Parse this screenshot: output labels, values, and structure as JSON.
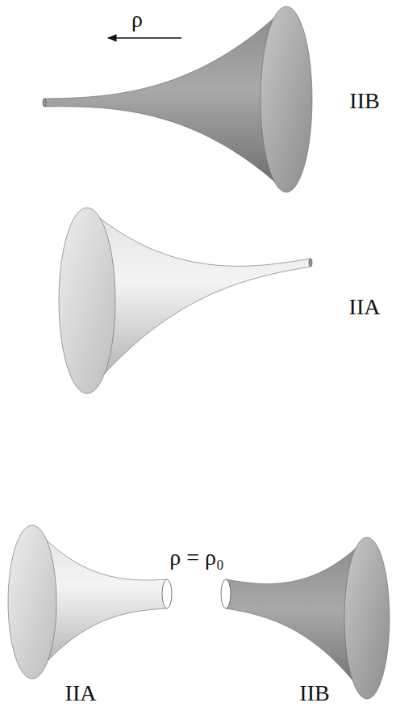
{
  "diagram": {
    "labels": [
      "ρ",
      "IIB",
      "IIA",
      "ρ = ρ₀",
      "IIA",
      "IIB"
    ]
  }
}
